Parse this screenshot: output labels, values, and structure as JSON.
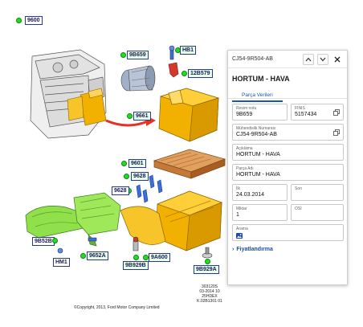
{
  "diagram": {
    "callouts": [
      {
        "id": "c-9600",
        "label": "9600"
      },
      {
        "id": "c-9b659",
        "label": "9B659"
      },
      {
        "id": "c-hb1",
        "label": "HB1"
      },
      {
        "id": "c-12b579",
        "label": "12B579"
      },
      {
        "id": "c-9661",
        "label": "9661"
      },
      {
        "id": "c-9601",
        "label": "9601"
      },
      {
        "id": "c-9628a",
        "label": "9628"
      },
      {
        "id": "c-9628b",
        "label": "9628"
      },
      {
        "id": "c-9b52b",
        "label": "9B52B"
      },
      {
        "id": "c-9652a",
        "label": "9652A"
      },
      {
        "id": "c-hm1",
        "label": "HM1"
      },
      {
        "id": "c-9b929b",
        "label": "9B929B"
      },
      {
        "id": "c-9a600",
        "label": "9A600"
      },
      {
        "id": "c-9b929a",
        "label": "9B929A"
      }
    ],
    "ref_lines": [
      "303120S",
      "03-2014 10",
      "25HDEX",
      "K.02B1301 01"
    ],
    "copyright": "©Copyright, 2013, Ford Motor Company Limited"
  },
  "panel": {
    "code": "CJ54-9R504-AB",
    "title": "HORTUM - HAVA",
    "tab": "Parça Verileri",
    "fields": {
      "resim_notu": {
        "label": "Resim notu",
        "value": "9B659"
      },
      "finis": {
        "label": "FINIS",
        "value": "5157434"
      },
      "muhendislik": {
        "label": "Mühendislik Numarası",
        "value": "CJ54-9R504-AB"
      },
      "aciklama": {
        "label": "Açıklama",
        "value": "HORTUM - HAVA"
      },
      "parca_adi": {
        "label": "Parça Adı",
        "value": "HORTUM - HAVA"
      },
      "ilk": {
        "label": "İlk",
        "value": "24.03.2014"
      },
      "son": {
        "label": "Son",
        "value": ""
      },
      "miktar": {
        "label": "Miktar",
        "value": "1"
      },
      "osi": {
        "label": "OSİ",
        "value": ""
      },
      "arama": {
        "label": "Arama",
        "value": ""
      }
    },
    "pricing": "Fiyatlandırma"
  },
  "colors": {
    "part_yellow": "#f2b100",
    "part_green": "#8fe04a",
    "callout_border": "#2a3a8a",
    "accent_blue": "#1c55b8",
    "arrow_red": "#e8302a"
  }
}
